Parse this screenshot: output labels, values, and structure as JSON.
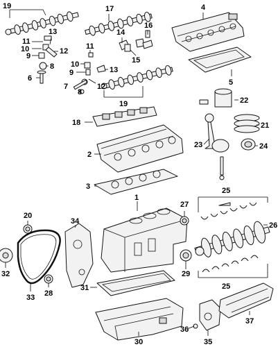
{
  "callouts": {
    "c1": "1",
    "c2": "2",
    "c3": "3",
    "c4": "4",
    "c5": "5",
    "c6": "6",
    "c7": "7",
    "c8": "8",
    "c8b": "8",
    "c9": "9",
    "c9b": "9",
    "c10": "10",
    "c10b": "10",
    "c11": "11",
    "c11b": "11",
    "c12": "12",
    "c12b": "12",
    "c13": "13",
    "c13b": "13",
    "c14": "14",
    "c15": "15",
    "c16": "16",
    "c17": "17",
    "c18": "18",
    "c19": "19",
    "c19b": "19",
    "c20": "20",
    "c21": "21",
    "c22": "22",
    "c23": "23",
    "c24": "24",
    "c25": "25",
    "c25b": "25",
    "c26": "26",
    "c27": "27",
    "c28": "28",
    "c29": "29",
    "c30": "30",
    "c31": "31",
    "c32": "32",
    "c33": "33",
    "c34": "34",
    "c35": "35",
    "c36": "36",
    "c37": "37"
  }
}
